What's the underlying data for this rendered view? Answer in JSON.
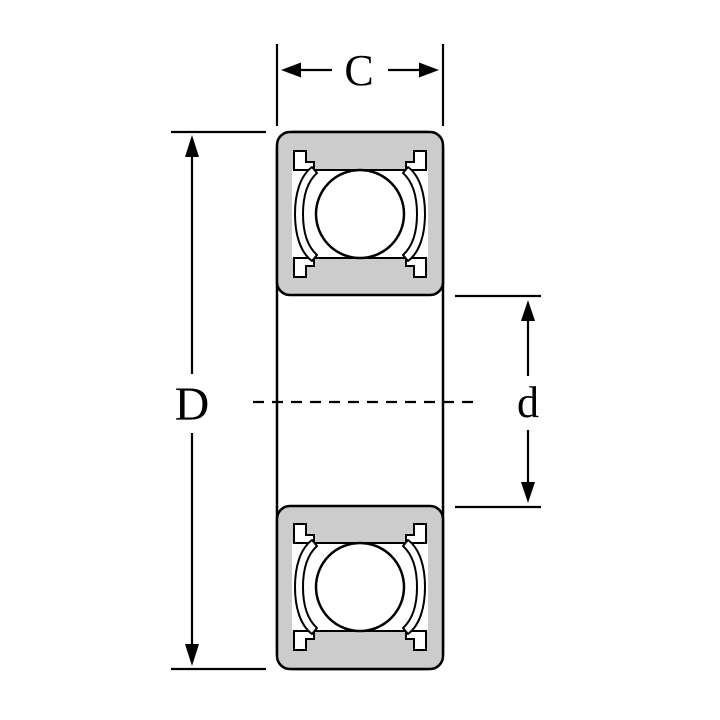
{
  "diagram": {
    "labels": {
      "width": "C",
      "outer_diameter": "D",
      "bore_diameter": "d"
    },
    "colors": {
      "ring_fill": "#cccccc",
      "line": "#000000",
      "background": "#ffffff"
    }
  }
}
